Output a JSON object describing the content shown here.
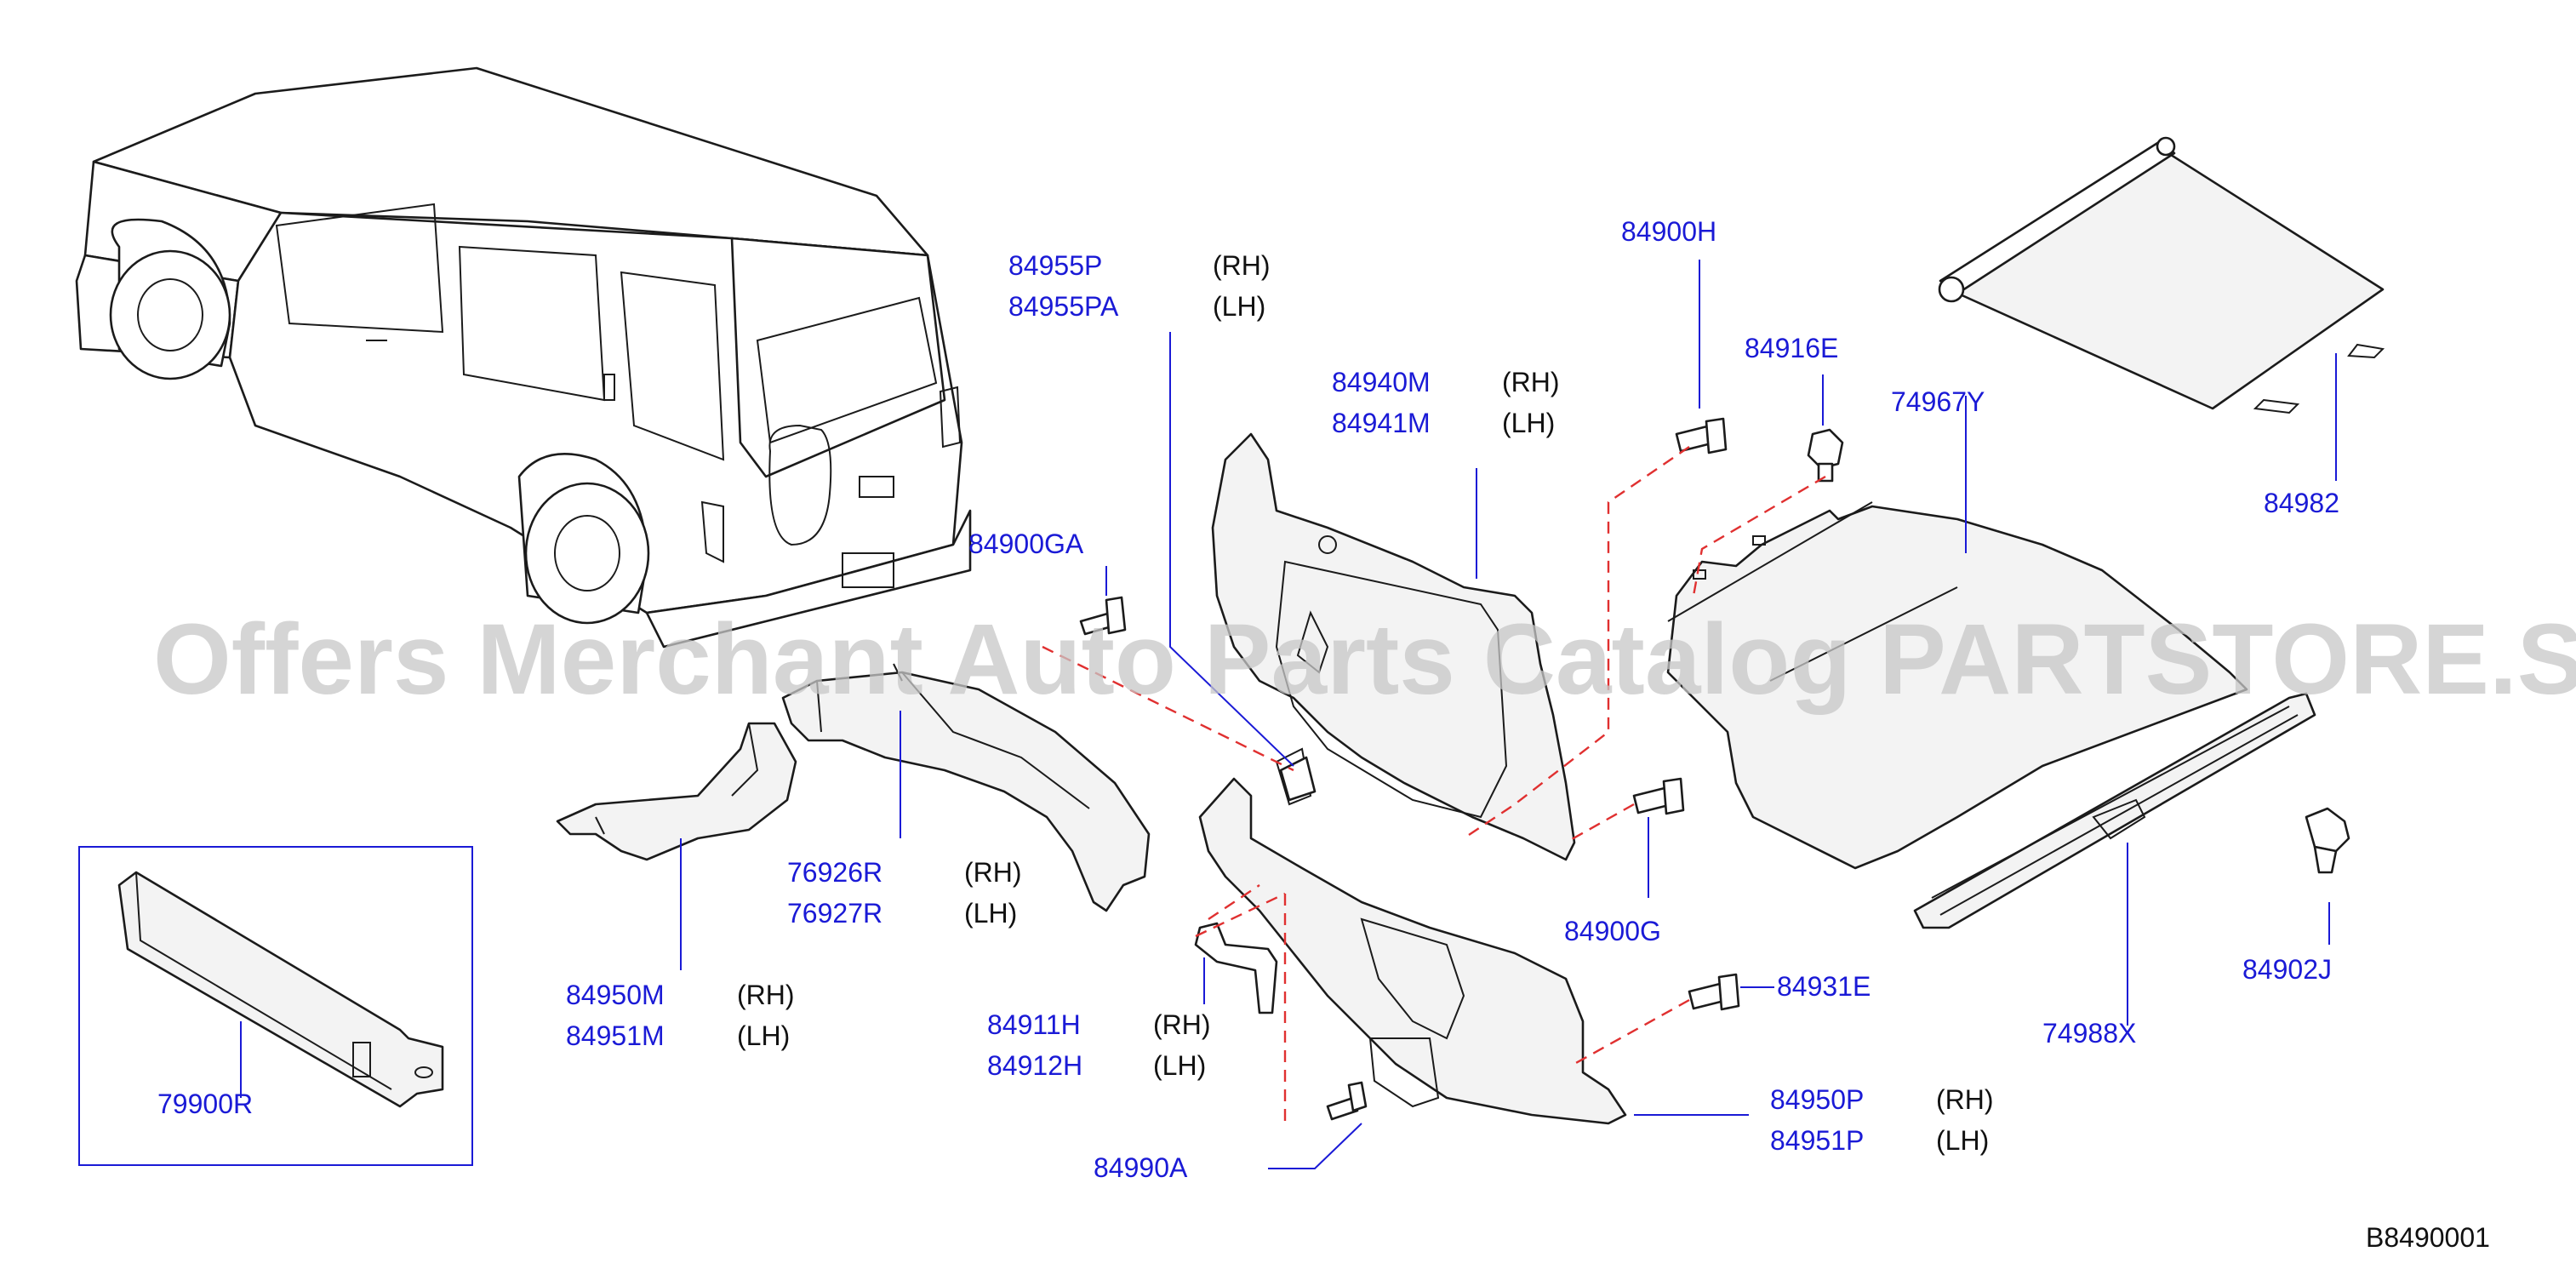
{
  "watermark": "Offers Merchant Auto Parts Catalog PARTSTORE.SA",
  "diagram_code": "B8490001",
  "parts": {
    "p84955P": {
      "number": "84955P",
      "side": "(RH)"
    },
    "p84955PA": {
      "number": "84955PA",
      "side": "(LH)"
    },
    "p84900H": {
      "number": "84900H"
    },
    "p84940M": {
      "number": "84940M",
      "side": "(RH)"
    },
    "p84941M": {
      "number": "84941M",
      "side": "(LH)"
    },
    "p84916E": {
      "number": "84916E"
    },
    "p74967Y": {
      "number": "74967Y"
    },
    "p84982": {
      "number": "84982"
    },
    "p84900GA": {
      "number": "84900GA"
    },
    "p76926R": {
      "number": "76926R",
      "side": "(RH)"
    },
    "p76927R": {
      "number": "76927R",
      "side": "(LH)"
    },
    "p84950M": {
      "number": "84950M",
      "side": "(RH)"
    },
    "p84951M": {
      "number": "84951M",
      "side": "(LH)"
    },
    "p79900R": {
      "number": "79900R"
    },
    "p84900G": {
      "number": "84900G"
    },
    "p84911H": {
      "number": "84911H",
      "side": "(RH)"
    },
    "p84912H": {
      "number": "84912H",
      "side": "(LH)"
    },
    "p84931E": {
      "number": "84931E"
    },
    "p84990A": {
      "number": "84990A"
    },
    "p84950P": {
      "number": "84950P",
      "side": "(RH)"
    },
    "p84951P": {
      "number": "84951P",
      "side": "(LH)"
    },
    "p74988X": {
      "number": "74988X"
    },
    "p84902J": {
      "number": "84902J"
    }
  },
  "colors": {
    "label": "#1a1ad6",
    "fastener_path": "#e03030",
    "line": "#1b1b1b"
  }
}
